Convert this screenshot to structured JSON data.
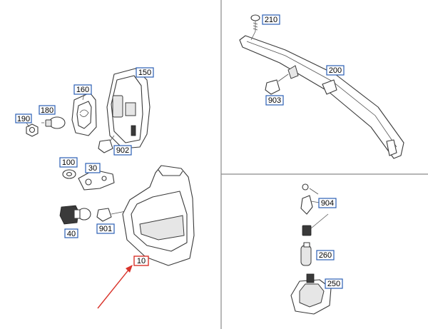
{
  "callouts": {
    "p10": "10",
    "p30": "30",
    "p40": "40",
    "p100": "100",
    "p150": "150",
    "p160": "160",
    "p180": "180",
    "p190": "190",
    "p200": "200",
    "p210": "210",
    "p250": "250",
    "p260": "260",
    "p901": "901",
    "p902": "902",
    "p903": "903",
    "p904": "904"
  },
  "highlight": {
    "part": "10",
    "color": "#d9342b"
  },
  "colors": {
    "callout_border": "#2b5fb4",
    "line_art": "#3a3a3a",
    "divider": "#8a8a8a"
  }
}
